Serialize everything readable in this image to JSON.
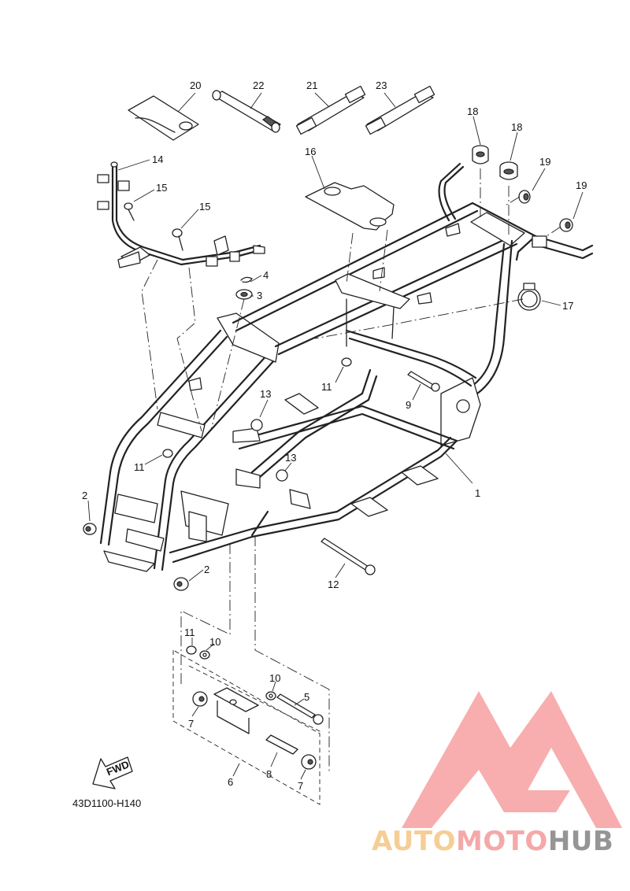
{
  "diagram": {
    "drawing_code": "43D1100-H140",
    "direction_label": "FWD",
    "callouts": {
      "c1": "1",
      "c2a": "2",
      "c2b": "2",
      "c3": "3",
      "c4": "4",
      "c5": "5",
      "c6": "6",
      "c7a": "7",
      "c7b": "7",
      "c8": "8",
      "c9": "9",
      "c10a": "10",
      "c10b": "10",
      "c11a": "11",
      "c11b": "11",
      "c11c": "11",
      "c12": "12",
      "c13a": "13",
      "c13b": "13",
      "c14": "14",
      "c15a": "15",
      "c15b": "15",
      "c16": "16",
      "c17": "17",
      "c18a": "18",
      "c18b": "18",
      "c19a": "19",
      "c19b": "19",
      "c20": "20",
      "c21": "21",
      "c22": "22",
      "c23": "23"
    }
  },
  "watermark": {
    "text_auto": "AUTO",
    "text_moto": "MOTO",
    "text_hub": "HUB",
    "colors": {
      "auto": "#f5c98a",
      "moto": "#f3a0a0",
      "hub": "#8a8a8a",
      "triangle": "#f7a5a5"
    }
  }
}
